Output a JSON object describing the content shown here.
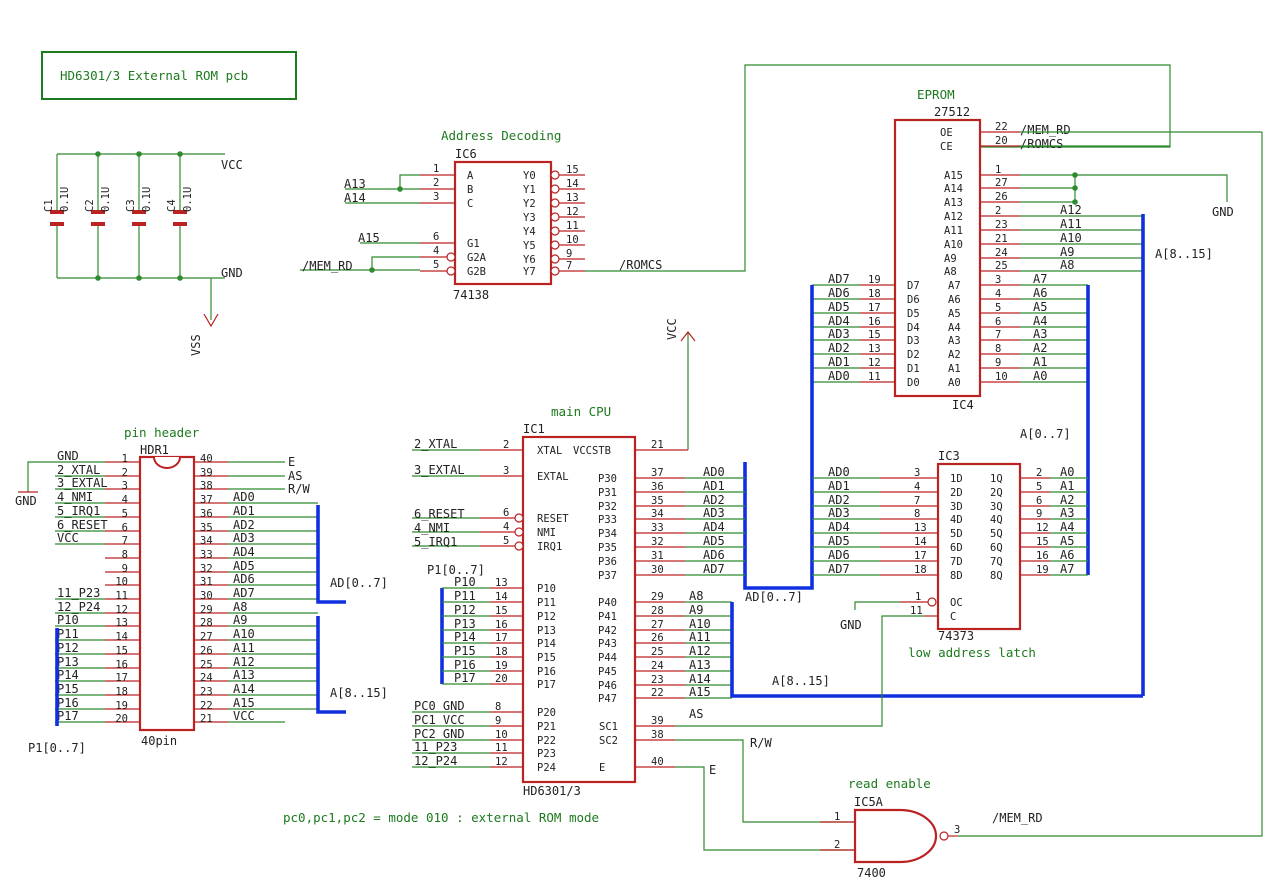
{
  "title": "HD6301/3 External ROM pcb",
  "note": "pc0,pc1,pc2 = mode  010  :  external ROM mode",
  "caps": {
    "net_vcc": "VCC",
    "net_gnd": "GND",
    "net_vss": "VSS",
    "names": [
      "C1",
      "C2",
      "C3",
      "C4"
    ],
    "value": "0.1U"
  },
  "ic6": {
    "group": "Address Decoding",
    "name": "IC6",
    "part": "74138",
    "left_pins": [
      {
        "pin": "1",
        "label": "A",
        "net": ""
      },
      {
        "pin": "2",
        "label": "B",
        "net": "A13"
      },
      {
        "pin": "3",
        "label": "C",
        "net": "A14"
      },
      {
        "pin": "6",
        "label": "G1",
        "net": "A15"
      },
      {
        "pin": "4",
        "label": "G2A",
        "net": "/MEM_RD"
      },
      {
        "pin": "5",
        "label": "G2B",
        "net": ""
      }
    ],
    "right_pins": [
      {
        "pin": "15",
        "label": "Y0"
      },
      {
        "pin": "14",
        "label": "Y1"
      },
      {
        "pin": "13",
        "label": "Y2"
      },
      {
        "pin": "12",
        "label": "Y3"
      },
      {
        "pin": "11",
        "label": "Y4"
      },
      {
        "pin": "10",
        "label": "Y5"
      },
      {
        "pin": "9",
        "label": "Y6"
      },
      {
        "pin": "7",
        "label": "Y7"
      }
    ],
    "out_net": "/ROMCS"
  },
  "eprom": {
    "group": "EPROM",
    "part": "27512",
    "name": "IC4",
    "ctrl": [
      {
        "pin": "22",
        "label": "OE",
        "net": "/MEM_RD"
      },
      {
        "pin": "20",
        "label": "CE",
        "net": "/ROMCS"
      }
    ],
    "high": [
      {
        "pin": "1",
        "label": "A15",
        "net": ""
      },
      {
        "pin": "27",
        "label": "A14",
        "net": ""
      },
      {
        "pin": "26",
        "label": "A13",
        "net": ""
      },
      {
        "pin": "2",
        "label": "A12",
        "net": "A12"
      },
      {
        "pin": "23",
        "label": "A11",
        "net": "A11"
      },
      {
        "pin": "21",
        "label": "A10",
        "net": "A10"
      },
      {
        "pin": "24",
        "label": "A9",
        "net": "A9"
      },
      {
        "pin": "25",
        "label": "A8",
        "net": "A8"
      }
    ],
    "low": [
      {
        "pin": "3",
        "label": "A7",
        "net": "A7"
      },
      {
        "pin": "4",
        "label": "A6",
        "net": "A6"
      },
      {
        "pin": "5",
        "label": "A5",
        "net": "A5"
      },
      {
        "pin": "6",
        "label": "A4",
        "net": "A4"
      },
      {
        "pin": "7",
        "label": "A3",
        "net": "A3"
      },
      {
        "pin": "8",
        "label": "A2",
        "net": "A2"
      },
      {
        "pin": "9",
        "label": "A1",
        "net": "A1"
      },
      {
        "pin": "10",
        "label": "A0",
        "net": "A0"
      }
    ],
    "data": [
      {
        "pin": "19",
        "label": "D7",
        "net": "AD7"
      },
      {
        "pin": "18",
        "label": "D6",
        "net": "AD6"
      },
      {
        "pin": "17",
        "label": "D5",
        "net": "AD5"
      },
      {
        "pin": "16",
        "label": "D4",
        "net": "AD4"
      },
      {
        "pin": "15",
        "label": "D3",
        "net": "AD3"
      },
      {
        "pin": "13",
        "label": "D2",
        "net": "AD2"
      },
      {
        "pin": "12",
        "label": "D1",
        "net": "AD1"
      },
      {
        "pin": "11",
        "label": "D0",
        "net": "AD0"
      }
    ],
    "gnd": "GND",
    "bus_hi": "A[8..15]"
  },
  "vcc_arrow": "VCC",
  "cpu": {
    "group": "main CPU",
    "name": "IC1",
    "part": "HD6301/3",
    "left_top": [
      {
        "pin": "2",
        "label": "XTAL",
        "net": "2_XTAL"
      },
      {
        "pin": "3",
        "label": "EXTAL",
        "net": "3_EXTAL"
      }
    ],
    "left_mid": [
      {
        "pin": "6",
        "label": "RESET",
        "net": "6_RESET"
      },
      {
        "pin": "4",
        "label": "NMI",
        "net": "4_NMI"
      },
      {
        "pin": "5",
        "label": "IRQ1",
        "net": "5_IRQ1"
      }
    ],
    "p1_bus": "P1[0..7]",
    "port1": [
      {
        "pin": "13",
        "label": "P10",
        "net": "P10"
      },
      {
        "pin": "14",
        "label": "P11",
        "net": "P11"
      },
      {
        "pin": "15",
        "label": "P12",
        "net": "P12"
      },
      {
        "pin": "16",
        "label": "P13",
        "net": "P13"
      },
      {
        "pin": "17",
        "label": "P14",
        "net": "P14"
      },
      {
        "pin": "18",
        "label": "P15",
        "net": "P15"
      },
      {
        "pin": "19",
        "label": "P16",
        "net": "P16"
      },
      {
        "pin": "20",
        "label": "P17",
        "net": "P17"
      }
    ],
    "port2": [
      {
        "pin": "8",
        "label": "P20",
        "net": "PC0  GND"
      },
      {
        "pin": "9",
        "label": "P21",
        "net": "PC1  VCC"
      },
      {
        "pin": "10",
        "label": "P22",
        "net": "PC2  GND"
      },
      {
        "pin": "11",
        "label": "P23",
        "net": "11_P23"
      },
      {
        "pin": "12",
        "label": "P24",
        "net": "12_P24"
      }
    ],
    "vccstb": {
      "pin": "21",
      "label": "VCCSTB"
    },
    "port3": [
      {
        "pin": "37",
        "label": "P30",
        "net": "AD0"
      },
      {
        "pin": "36",
        "label": "P31",
        "net": "AD1"
      },
      {
        "pin": "35",
        "label": "P32",
        "net": "AD2"
      },
      {
        "pin": "34",
        "label": "P33",
        "net": "AD3"
      },
      {
        "pin": "33",
        "label": "P34",
        "net": "AD4"
      },
      {
        "pin": "32",
        "label": "P35",
        "net": "AD5"
      },
      {
        "pin": "31",
        "label": "P36",
        "net": "AD6"
      },
      {
        "pin": "30",
        "label": "P37",
        "net": "AD7"
      }
    ],
    "port4": [
      {
        "pin": "29",
        "label": "P40",
        "net": "A8"
      },
      {
        "pin": "28",
        "label": "P41",
        "net": "A9"
      },
      {
        "pin": "27",
        "label": "P42",
        "net": "A10"
      },
      {
        "pin": "26",
        "label": "P43",
        "net": "A11"
      },
      {
        "pin": "25",
        "label": "P44",
        "net": "A12"
      },
      {
        "pin": "24",
        "label": "P45",
        "net": "A13"
      },
      {
        "pin": "23",
        "label": "P46",
        "net": "A14"
      },
      {
        "pin": "22",
        "label": "P47",
        "net": "A15"
      }
    ],
    "ctrl": [
      {
        "pin": "39",
        "label": "SC1",
        "net": "AS"
      },
      {
        "pin": "38",
        "label": "SC2",
        "net": "R/W"
      },
      {
        "pin": "40",
        "label": "E",
        "net": "E"
      }
    ],
    "ad_bus": "AD[0..7]",
    "a_bus": "A[8..15]"
  },
  "latch": {
    "name": "IC3",
    "part": "74373",
    "caption": "low address latch",
    "inputs": [
      {
        "pin": "3",
        "label": "1D",
        "net": "AD0"
      },
      {
        "pin": "4",
        "label": "2D",
        "net": "AD1"
      },
      {
        "pin": "7",
        "label": "3D",
        "net": "AD2"
      },
      {
        "pin": "8",
        "label": "4D",
        "net": "AD3"
      },
      {
        "pin": "13",
        "label": "5D",
        "net": "AD4"
      },
      {
        "pin": "14",
        "label": "6D",
        "net": "AD5"
      },
      {
        "pin": "17",
        "label": "7D",
        "net": "AD6"
      },
      {
        "pin": "18",
        "label": "8D",
        "net": "AD7"
      }
    ],
    "outputs": [
      {
        "pin": "2",
        "label": "1Q",
        "net": "A0"
      },
      {
        "pin": "5",
        "label": "2Q",
        "net": "A1"
      },
      {
        "pin": "6",
        "label": "3Q",
        "net": "A2"
      },
      {
        "pin": "9",
        "label": "4Q",
        "net": "A3"
      },
      {
        "pin": "12",
        "label": "5Q",
        "net": "A4"
      },
      {
        "pin": "15",
        "label": "6Q",
        "net": "A5"
      },
      {
        "pin": "16",
        "label": "7Q",
        "net": "A6"
      },
      {
        "pin": "19",
        "label": "8Q",
        "net": "A7"
      }
    ],
    "ctrl": [
      {
        "pin": "1",
        "label": "OC",
        "net": "GND"
      },
      {
        "pin": "11",
        "label": "C",
        "net": ""
      }
    ],
    "bus_out": "A[0..7]"
  },
  "header": {
    "group": "pin header",
    "name": "HDR1",
    "part": "40pin",
    "left": [
      {
        "pin": "1",
        "net": "GND"
      },
      {
        "pin": "2",
        "net": "2_XTAL"
      },
      {
        "pin": "3",
        "net": "3_EXTAL"
      },
      {
        "pin": "4",
        "net": "4_NMI"
      },
      {
        "pin": "5",
        "net": "5_IRQ1"
      },
      {
        "pin": "6",
        "net": "6_RESET"
      },
      {
        "pin": "7",
        "net": "VCC"
      },
      {
        "pin": "8",
        "net": ""
      },
      {
        "pin": "9",
        "net": ""
      },
      {
        "pin": "10",
        "net": ""
      },
      {
        "pin": "11",
        "net": "11_P23"
      },
      {
        "pin": "12",
        "net": "12_P24"
      },
      {
        "pin": "13",
        "net": "P10"
      },
      {
        "pin": "14",
        "net": "P11"
      },
      {
        "pin": "15",
        "net": "P12"
      },
      {
        "pin": "16",
        "net": "P13"
      },
      {
        "pin": "17",
        "net": "P14"
      },
      {
        "pin": "18",
        "net": "P15"
      },
      {
        "pin": "19",
        "net": "P16"
      },
      {
        "pin": "20",
        "net": "P17"
      }
    ],
    "right": [
      {
        "pin": "40",
        "net": "E"
      },
      {
        "pin": "39",
        "net": "AS"
      },
      {
        "pin": "38",
        "net": "R/W"
      },
      {
        "pin": "37",
        "net": "AD0"
      },
      {
        "pin": "36",
        "net": "AD1"
      },
      {
        "pin": "35",
        "net": "AD2"
      },
      {
        "pin": "34",
        "net": "AD3"
      },
      {
        "pin": "33",
        "net": "AD4"
      },
      {
        "pin": "32",
        "net": "AD5"
      },
      {
        "pin": "31",
        "net": "AD6"
      },
      {
        "pin": "30",
        "net": "AD7"
      },
      {
        "pin": "29",
        "net": "A8"
      },
      {
        "pin": "28",
        "net": "A9"
      },
      {
        "pin": "27",
        "net": "A10"
      },
      {
        "pin": "26",
        "net": "A11"
      },
      {
        "pin": "25",
        "net": "A12"
      },
      {
        "pin": "24",
        "net": "A13"
      },
      {
        "pin": "23",
        "net": "A14"
      },
      {
        "pin": "22",
        "net": "A15"
      },
      {
        "pin": "21",
        "net": "VCC"
      }
    ],
    "gnd": "GND",
    "bus_ad": "AD[0..7]",
    "bus_a": "A[8..15]",
    "bus_p1": "P1[0..7]"
  },
  "nand": {
    "group": "read enable",
    "name": "IC5A",
    "part": "7400",
    "pins": [
      "1",
      "2",
      "3"
    ],
    "out_net": "/MEM_RD"
  }
}
